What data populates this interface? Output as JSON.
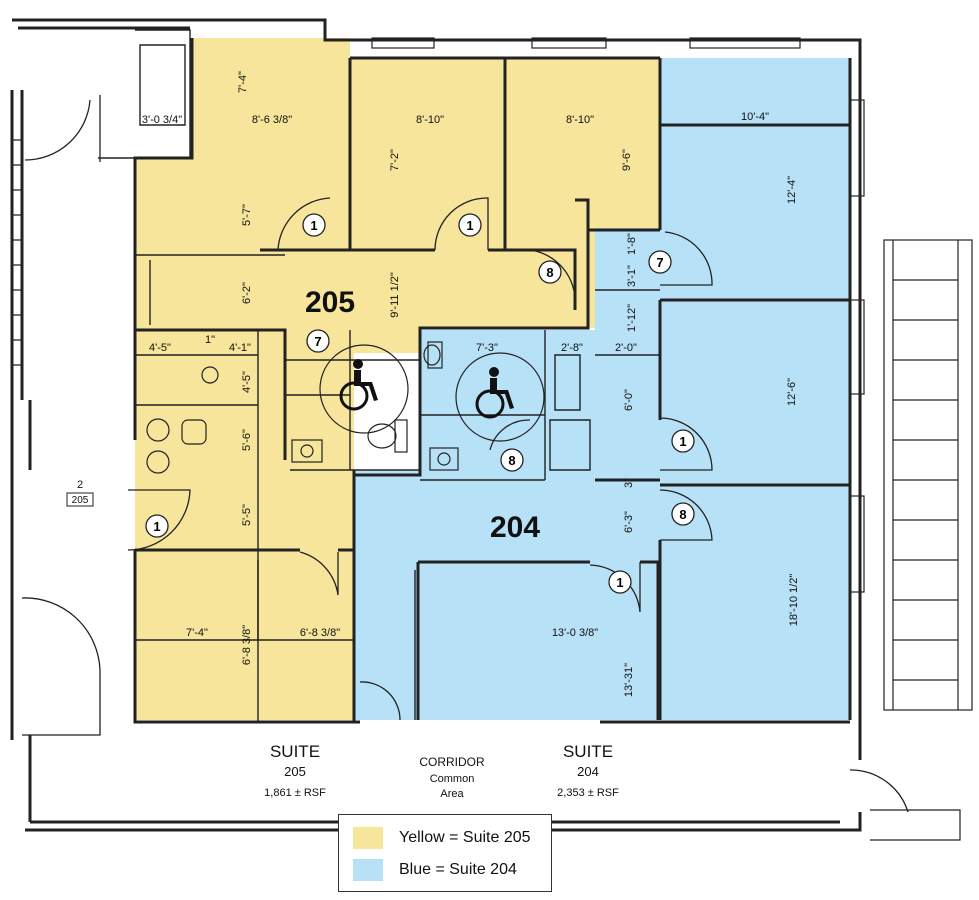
{
  "colors": {
    "suite205": "#f6e59b",
    "suite204": "#b7e1f7",
    "wall": "#222222"
  },
  "suites": {
    "s205": {
      "big_number": "205",
      "title": "SUITE",
      "num": "205",
      "area": "1,861 ± RSF"
    },
    "s204": {
      "big_number": "204",
      "title": "SUITE",
      "num": "204",
      "area": "2,353 ± RSF"
    }
  },
  "corridor": {
    "title": "CORRIDOR",
    "line1": "Common",
    "line2": "Area"
  },
  "room_tag": {
    "num": "2",
    "code": "205"
  },
  "dimensions": [
    {
      "id": "d1",
      "text": "7'-4\""
    },
    {
      "id": "d2",
      "text": "8'-6 3/8\""
    },
    {
      "id": "d3",
      "text": "8'-10\""
    },
    {
      "id": "d4",
      "text": "8'-10\""
    },
    {
      "id": "d5",
      "text": "10'-4\""
    },
    {
      "id": "d6",
      "text": "9'-6\""
    },
    {
      "id": "d7",
      "text": "12'-4\""
    },
    {
      "id": "d8",
      "text": "7'-2\""
    },
    {
      "id": "d9",
      "text": "5'-7\""
    },
    {
      "id": "d10",
      "text": "6'-2\""
    },
    {
      "id": "d11",
      "text": "9'-11 1/2\""
    },
    {
      "id": "d12",
      "text": "1'-8\""
    },
    {
      "id": "d13",
      "text": "3'-1\""
    },
    {
      "id": "d14",
      "text": "1'-12\""
    },
    {
      "id": "d15",
      "text": "4'-5\""
    },
    {
      "id": "d16",
      "text": "4'-1\""
    },
    {
      "id": "d17",
      "text": "1\""
    },
    {
      "id": "d18",
      "text": "4'-5\""
    },
    {
      "id": "d19",
      "text": "7'-3\""
    },
    {
      "id": "d20",
      "text": "2'-8\""
    },
    {
      "id": "d21",
      "text": "2'-0\""
    },
    {
      "id": "d22",
      "text": "12'-6\""
    },
    {
      "id": "d23",
      "text": "6'-0\""
    },
    {
      "id": "d24",
      "text": "5'-6\""
    },
    {
      "id": "d25",
      "text": "3\""
    },
    {
      "id": "d26",
      "text": "5'-5\""
    },
    {
      "id": "d27",
      "text": "6'-3\""
    },
    {
      "id": "d28",
      "text": "18'-10 1/2\""
    },
    {
      "id": "d29",
      "text": "7'-4\""
    },
    {
      "id": "d30",
      "text": "6'-8 3/8\""
    },
    {
      "id": "d31",
      "text": "6'-8 3/8\""
    },
    {
      "id": "d32",
      "text": "13'-0 3/8\""
    },
    {
      "id": "d33",
      "text": "13'-31\""
    },
    {
      "id": "d34",
      "text": "3'-0 3/4\""
    }
  ],
  "door_tags": [
    {
      "id": "t1",
      "text": "1"
    },
    {
      "id": "t2",
      "text": "1"
    },
    {
      "id": "t3",
      "text": "8"
    },
    {
      "id": "t4",
      "text": "7"
    },
    {
      "id": "t5",
      "text": "7"
    },
    {
      "id": "t6",
      "text": "1"
    },
    {
      "id": "t7",
      "text": "8"
    },
    {
      "id": "t8",
      "text": "8"
    },
    {
      "id": "t9",
      "text": "1"
    },
    {
      "id": "t10",
      "text": "1"
    }
  ],
  "accessible_icons": [
    {
      "name": "accessible-restroom-205"
    },
    {
      "name": "accessible-restroom-204"
    }
  ],
  "legend": {
    "yellow_label": "Yellow = Suite 205",
    "blue_label": "Blue = Suite 204"
  }
}
